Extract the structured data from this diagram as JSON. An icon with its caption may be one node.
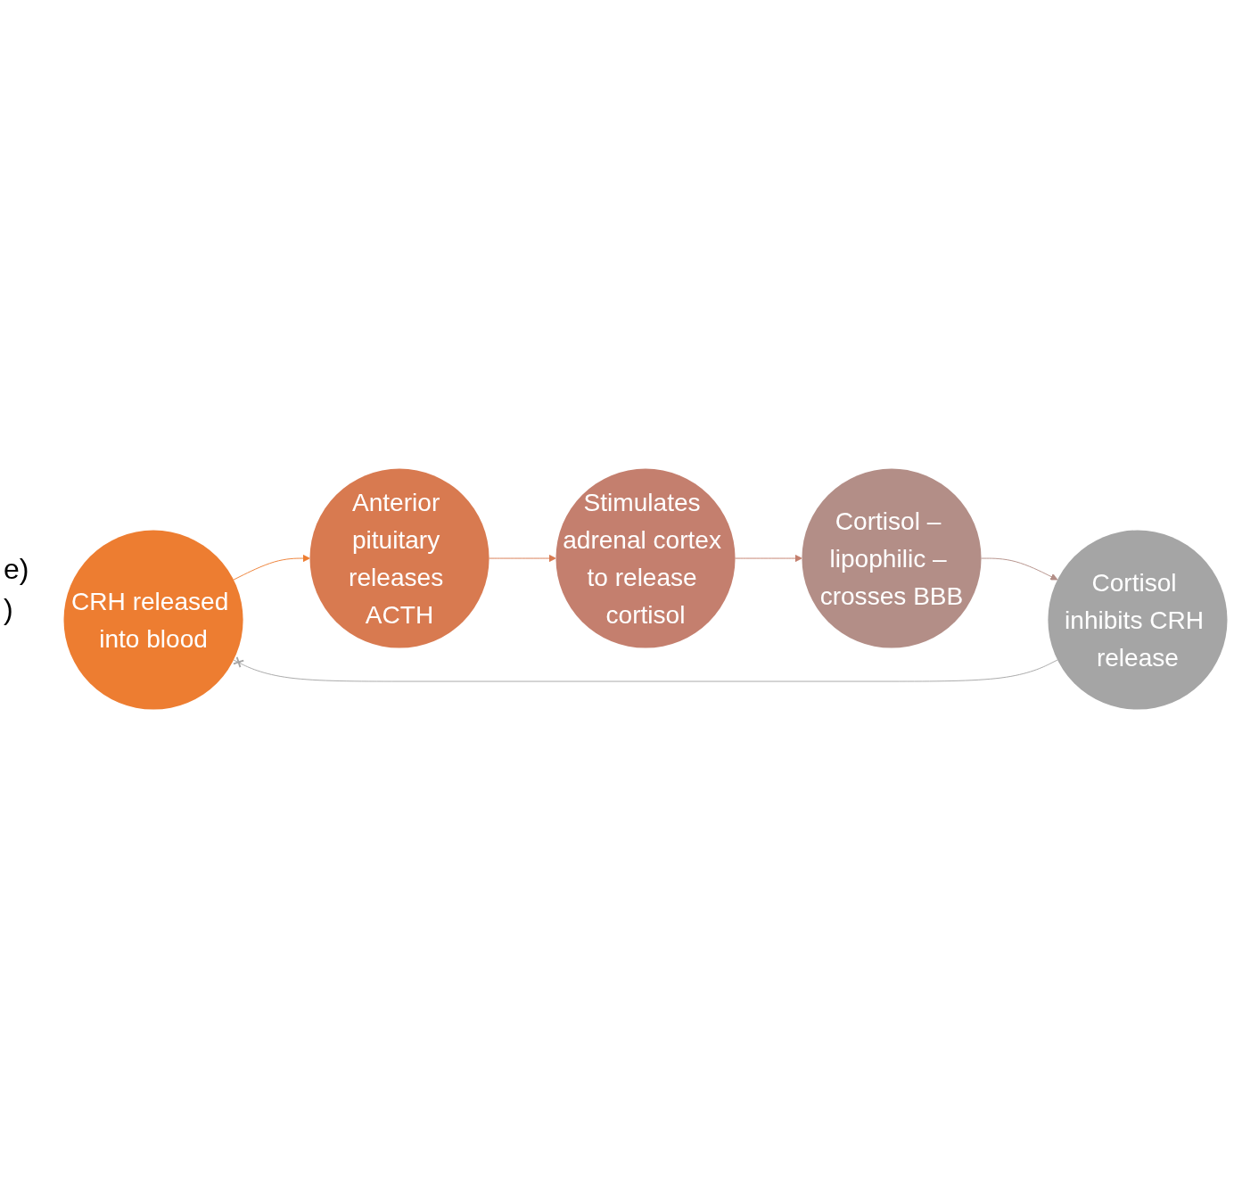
{
  "diagram": {
    "nodes": [
      {
        "text": [
          "CRH released into blood"
        ]
      },
      {
        "text": [
          "Anterior pituitary releases ACTH"
        ]
      },
      {
        "text": [
          "Stimulates adrenal cortex to release cortisol"
        ]
      },
      {
        "text": [
          "Cortisol – lipophilic – crosses BBB"
        ]
      },
      {
        "text": [
          "Cortisol inhibits CRH release"
        ]
      }
    ],
    "edges": [
      {
        "from": 0,
        "to": 1,
        "arrow": "to",
        "color": "#ed7d31"
      },
      {
        "from": 1,
        "to": 2,
        "arrow": "to",
        "color": "#d87a50"
      },
      {
        "from": 2,
        "to": 3,
        "arrow": "to",
        "color": "#c47f6e"
      },
      {
        "from": 3,
        "to": 4,
        "arrow": "to",
        "color": "#b38e87"
      },
      {
        "from": 4,
        "to": 0,
        "arrow": "other",
        "color": "#a5a5a5"
      }
    ],
    "labels": [
      "e)",
      ")"
    ]
  }
}
